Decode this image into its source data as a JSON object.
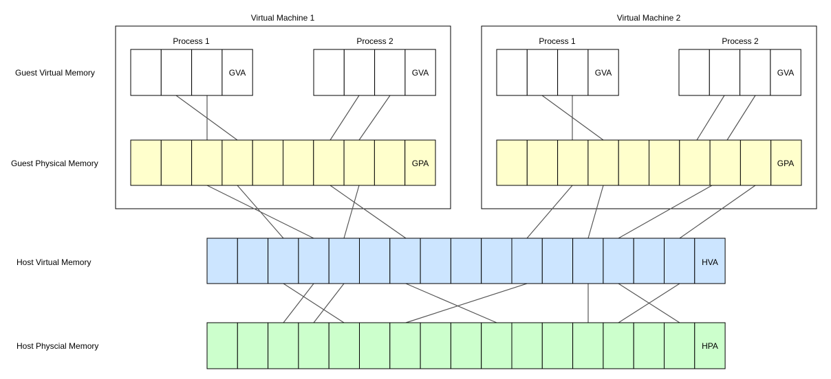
{
  "colors": {
    "guest_virtual": "#ffffff",
    "guest_physical": "#ffffcc",
    "host_virtual": "#cce5ff",
    "host_physical": "#ccffcc",
    "stroke": "#000000",
    "line": "#555555"
  },
  "row_labels": {
    "guest_virtual": "Guest Virtual Memory",
    "guest_physical": "Guest Physical Memory",
    "host_virtual": "Host Virtual Memory",
    "host_physical": "Host Physcial Memory"
  },
  "vms": [
    {
      "title": "Virtual Machine 1",
      "processes": [
        {
          "label": "Process 1",
          "cell_label": "GVA"
        },
        {
          "label": "Process 2",
          "cell_label": "GVA"
        }
      ],
      "gpa_label": "GPA"
    },
    {
      "title": "Virtual Machine 2",
      "processes": [
        {
          "label": "Process 1",
          "cell_label": "GVA"
        },
        {
          "label": "Process 2",
          "cell_label": "GVA"
        }
      ],
      "gpa_label": "GPA"
    }
  ],
  "host_virtual": {
    "label": "HVA"
  },
  "host_physical": {
    "label": "HPA"
  }
}
